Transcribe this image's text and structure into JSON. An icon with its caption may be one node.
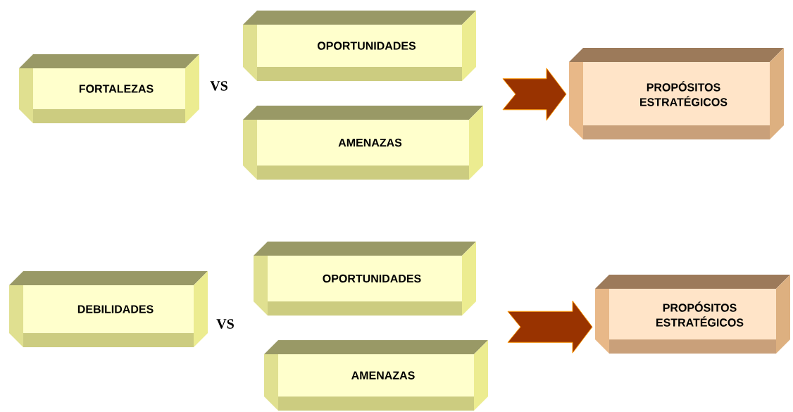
{
  "diagram": {
    "nodes": [
      {
        "text": [
          "FORTALEZAS"
        ]
      },
      {
        "text": [
          "OPORTUNIDADES"
        ]
      },
      {
        "text": [
          "AMENAZAS"
        ]
      },
      {
        "text": [
          "PROPÓSITOS ESTRATÉGICOS"
        ]
      },
      {
        "text": [
          "DEBILIDADES"
        ]
      },
      {
        "text": [
          "OPORTUNIDADES"
        ]
      },
      {
        "text": [
          "AMENAZAS"
        ]
      },
      {
        "text": [
          "PROPÓSITOS ESTRATÉGICOS"
        ]
      }
    ],
    "edges": [
      {
        "from": 1,
        "to": 3,
        "arrow": "to"
      },
      {
        "from": 2,
        "to": 3,
        "arrow": "to"
      },
      {
        "from": 5,
        "to": 7,
        "arrow": "to"
      },
      {
        "from": 6,
        "to": 7,
        "arrow": "to"
      }
    ],
    "labels": [
      "VS",
      "VS"
    ]
  }
}
